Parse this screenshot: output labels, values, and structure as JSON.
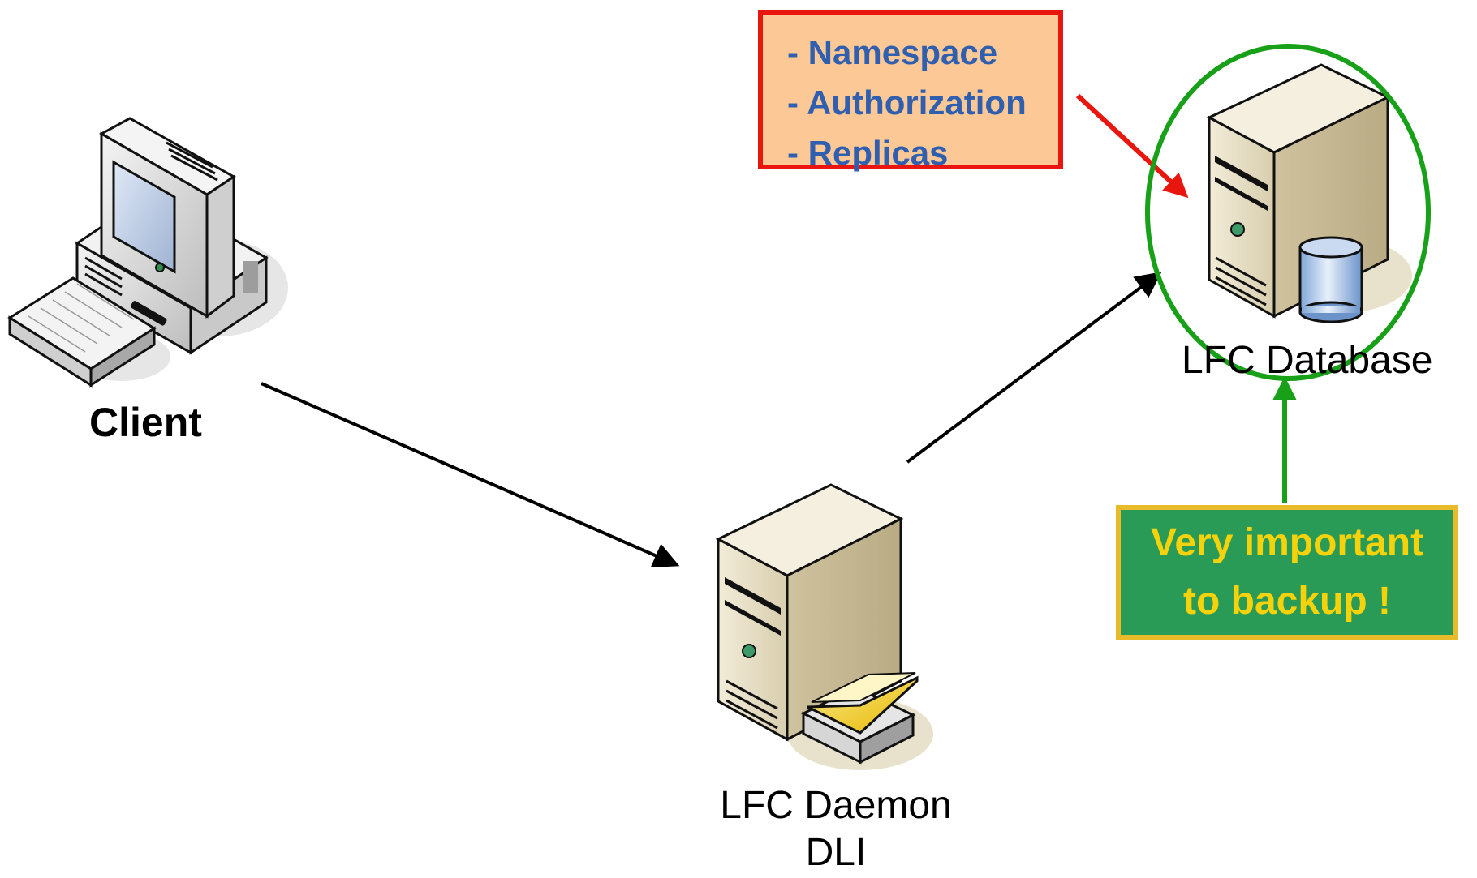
{
  "diagram": {
    "nodes": {
      "client": {
        "label": "Client",
        "icon": "desktop-computer-icon"
      },
      "daemon": {
        "label_line1": "LFC Daemon",
        "label_line2": "DLI",
        "icon": "server-with-book-icon"
      },
      "database": {
        "label": "LFC Database",
        "icon": "server-with-database-icon"
      }
    },
    "info_box": {
      "items": [
        "- Namespace",
        "- Authorization",
        "- Replicas"
      ],
      "border_color": "#e8160e",
      "fill_color": "#fcc896",
      "text_color": "#2f5fae"
    },
    "note_box": {
      "line1": "Very important",
      "line2": "to backup !",
      "border_color": "#e8bb2a",
      "fill_color": "#2a9b56",
      "text_color": "#f5d20a"
    },
    "edges": [
      {
        "from": "client",
        "to": "daemon",
        "color": "#000000"
      },
      {
        "from": "daemon",
        "to": "database",
        "color": "#000000"
      },
      {
        "from": "info_box",
        "to": "database",
        "color": "#e8160e"
      },
      {
        "from": "note_box",
        "to": "database",
        "color": "#18a018"
      }
    ],
    "highlight": {
      "target": "database",
      "shape": "circle",
      "color": "#18a018"
    }
  }
}
